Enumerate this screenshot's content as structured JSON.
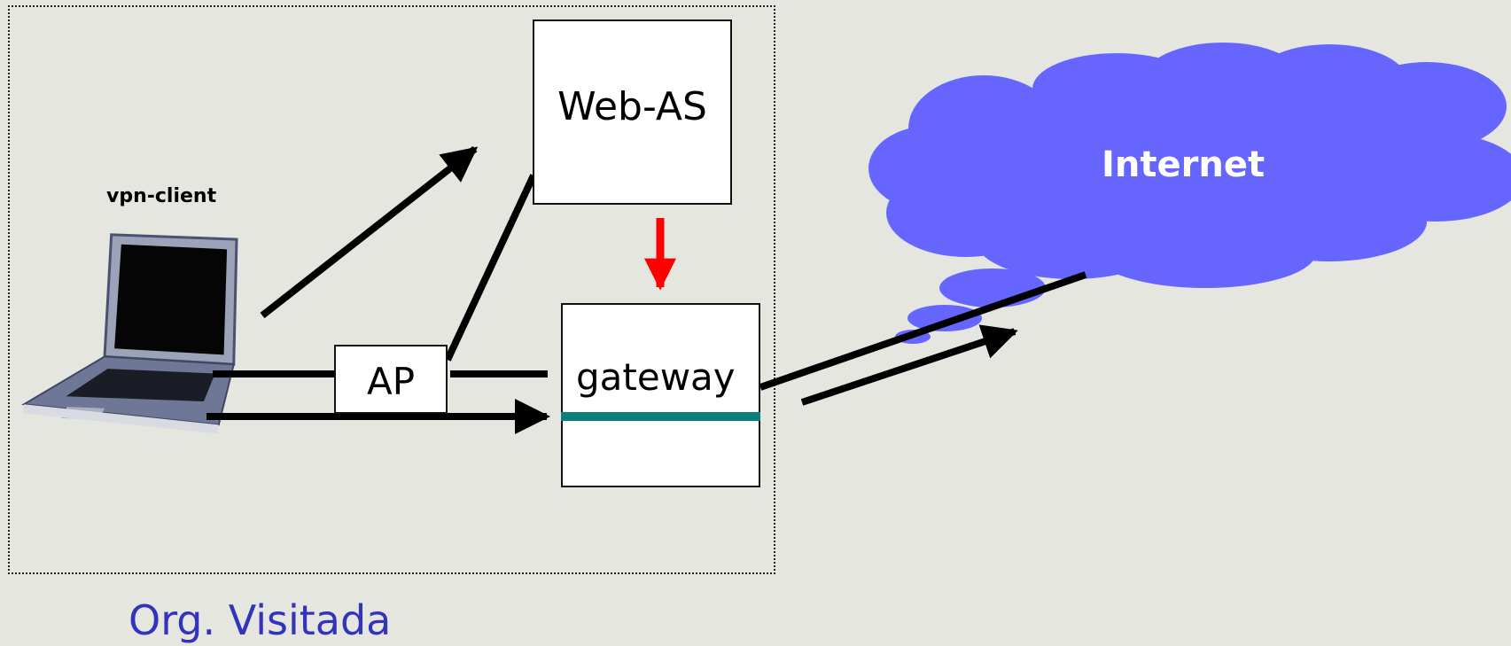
{
  "labels": {
    "web_as": "Web-AS",
    "gateway": "gateway",
    "ap": "AP",
    "vpn_client": "vpn-client",
    "internet": "Internet",
    "org": "Org. Visitada"
  },
  "colors": {
    "cloud": "#6666ff",
    "gateway_bar": "#0a7d7d",
    "red_arrow": "#ff0000",
    "org_label": "#3333bb",
    "background": "#e6e6e1"
  },
  "icons": {
    "client": "laptop-icon",
    "network": "cloud-icon"
  }
}
